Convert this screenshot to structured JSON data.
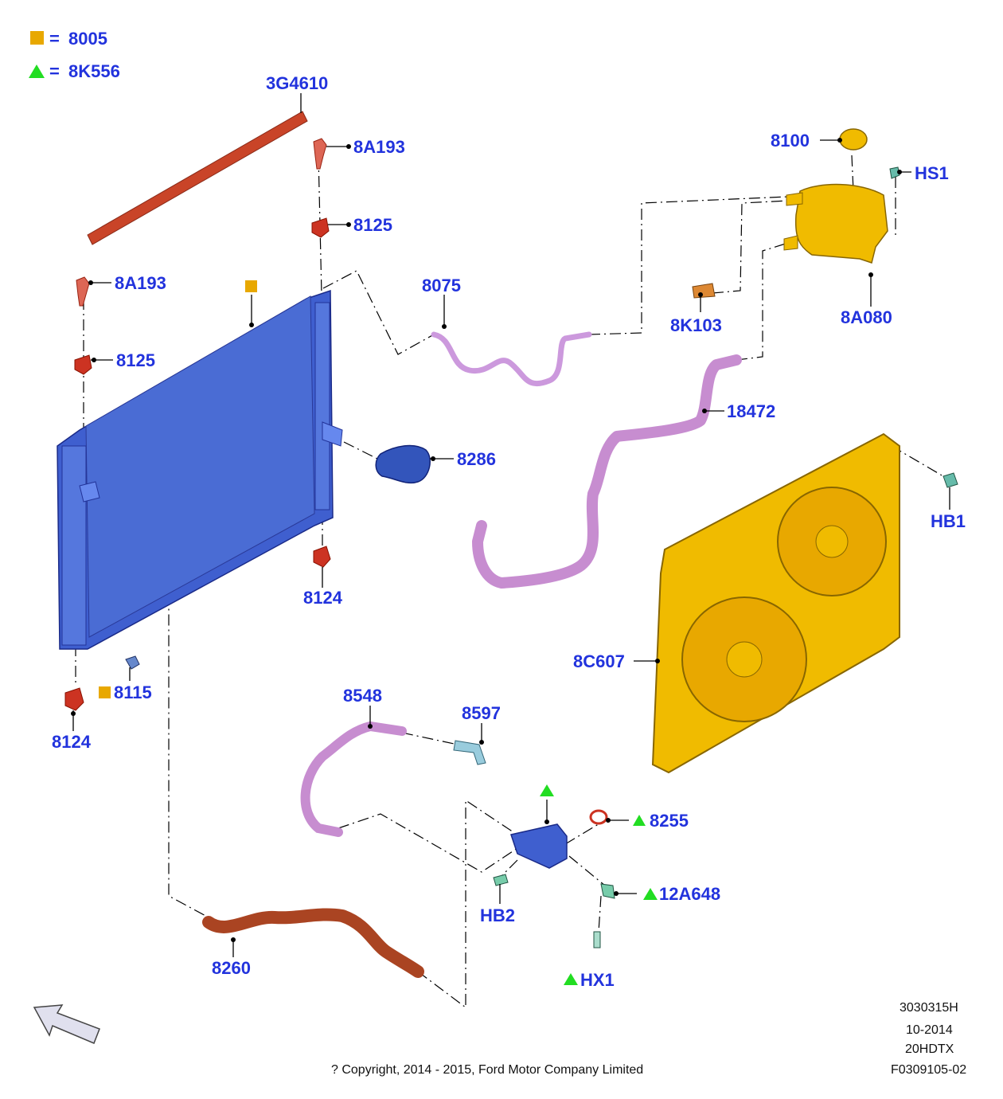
{
  "legend": {
    "square_code": "8005",
    "triangle_code": "8K556",
    "equals": "=",
    "square_color": "#e8a800",
    "triangle_color": "#22dd22"
  },
  "colors": {
    "label": "#2233dd",
    "radiator": "#4466cc",
    "hose_pink": "#cc88cc",
    "hose_brown": "#aa4422",
    "fan": "#f0bb00",
    "red_part": "#cc3322",
    "connector_green": "#77ccaa"
  },
  "parts": {
    "p3G4610": "3G4610",
    "p8A193_top": "8A193",
    "p8125_top": "8125",
    "p8A193_left": "8A193",
    "p8125_left": "8125",
    "p8075": "8075",
    "p8100": "8100",
    "pHS1": "HS1",
    "p8K103": "8K103",
    "p8A080": "8A080",
    "p18472": "18472",
    "p8286": "8286",
    "pHB1": "HB1",
    "p8124_right": "8124",
    "p8C607": "8C607",
    "p8115": "8115",
    "p8124_left": "8124",
    "p8548": "8548",
    "p8597": "8597",
    "p8255": "8255",
    "pHB2": "HB2",
    "p12A648": "12A648",
    "p8260": "8260",
    "pHX1": "HX1"
  },
  "footer": {
    "code1": "3030315H",
    "date": "10-2014",
    "model": "20HDTX",
    "figure": "F0309105-02",
    "copyright": "? Copyright, 2014 - 2015, Ford Motor Company Limited"
  }
}
